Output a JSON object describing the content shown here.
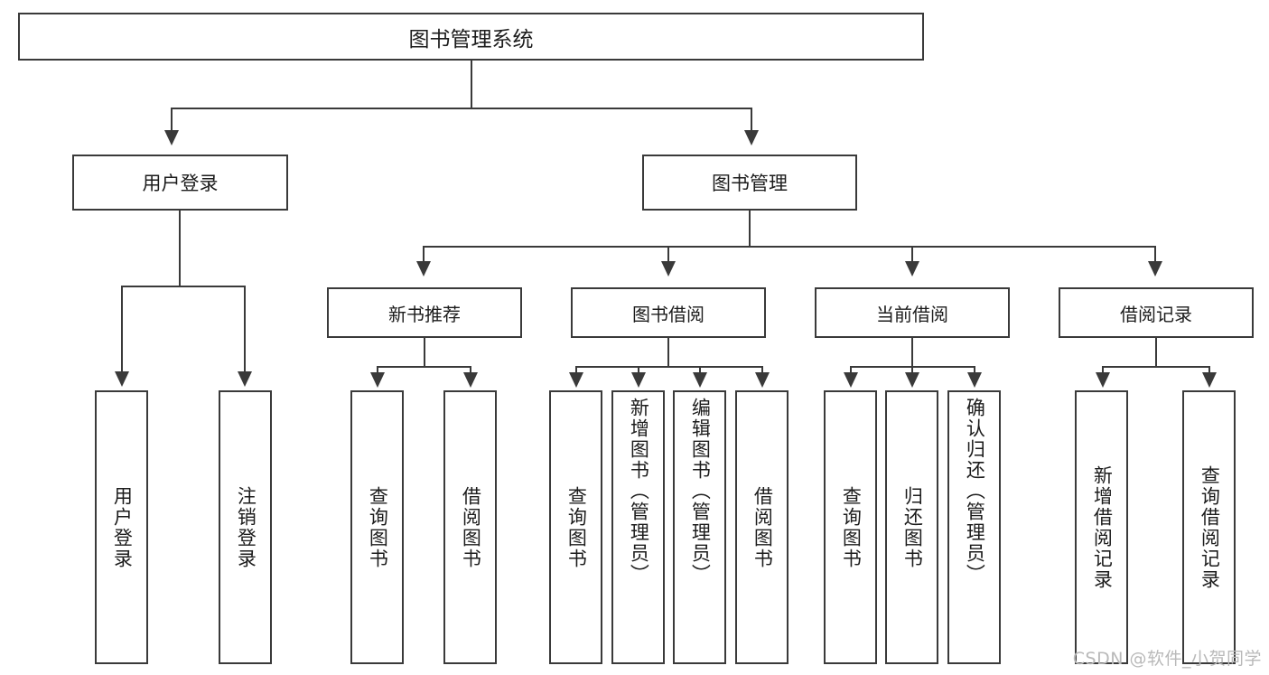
{
  "diagram": {
    "type": "tree",
    "title": "图书管理系统",
    "root": {
      "label": "图书管理系统"
    },
    "level1": [
      {
        "label": "用户登录"
      },
      {
        "label": "图书管理"
      }
    ],
    "level2": [
      {
        "label": "新书推荐"
      },
      {
        "label": "图书借阅"
      },
      {
        "label": "当前借阅"
      },
      {
        "label": "借阅记录"
      }
    ],
    "leaves": {
      "user_login": [
        {
          "label": "用户登录"
        },
        {
          "label": "注销登录"
        }
      ],
      "new_book_recommend": [
        {
          "label": "查询图书"
        },
        {
          "label": "借阅图书"
        }
      ],
      "book_borrow": [
        {
          "label": "查询图书"
        },
        {
          "label": "新增图书（管理员）"
        },
        {
          "label": "编辑图书（管理员）"
        },
        {
          "label": "借阅图书"
        }
      ],
      "current_borrow": [
        {
          "label": "查询图书"
        },
        {
          "label": "归还图书"
        },
        {
          "label": "确认归还（管理员）"
        }
      ],
      "borrow_record": [
        {
          "label": "新增借阅记录"
        },
        {
          "label": "查询借阅记录"
        }
      ]
    }
  },
  "watermark": {
    "text": "CSDN @软件_小贺同学"
  },
  "colors": {
    "stroke": "#3a3a3a",
    "background": "#ffffff",
    "text": "#1c1c1c",
    "watermark": "#b9b9b9"
  }
}
